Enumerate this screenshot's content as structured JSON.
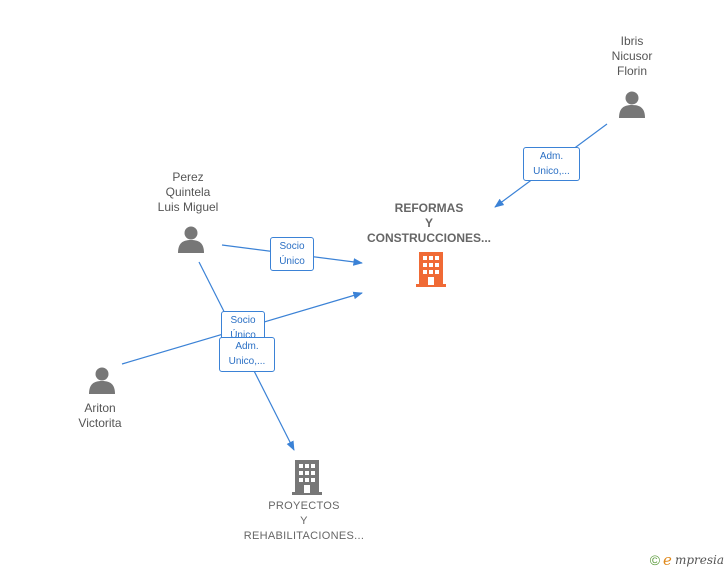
{
  "nodes": {
    "ibris": {
      "line1": "Ibris",
      "line2": "Nicusor",
      "line3": "Florin"
    },
    "perez": {
      "line1": "Perez",
      "line2": "Quintela",
      "line3": "Luis Miguel"
    },
    "ariton": {
      "line1": "Ariton",
      "line2": "Victorita"
    },
    "reformas": {
      "line1": "REFORMAS",
      "line2": "Y",
      "line3": "CONSTRUCCIONES..."
    },
    "proyectos": {
      "line1": "PROYECTOS",
      "line2": "Y",
      "line3": "REHABILITACIONES..."
    }
  },
  "edges": {
    "ibris_reformas": {
      "line1": "Adm.",
      "line2": "Unico,..."
    },
    "perez_reformas": {
      "line1": "Socio",
      "line2": "Único"
    },
    "ariton_reformas": {
      "line1": "Socio",
      "line2": "Único"
    },
    "perez_proyectos": {
      "line1": "Adm.",
      "line2": "Unico,..."
    }
  },
  "colors": {
    "edge": "#3b82d6",
    "person": "#777777",
    "company_main": "#f06a35",
    "company_other": "#777777"
  },
  "brand": {
    "copyright": "©",
    "initial": "e",
    "name": "mpresia"
  },
  "icons": {
    "person": "person-icon",
    "company": "building-icon"
  }
}
